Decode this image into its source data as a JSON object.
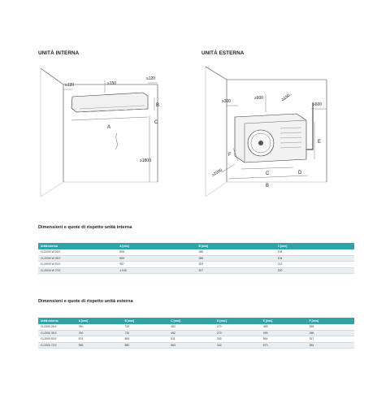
{
  "sections": {
    "indoor_title": "UNITÀ INTERNA",
    "outdoor_title": "UNITÀ ESTERNA"
  },
  "indoor_drawing": {
    "labels": {
      "left_clearance": "≥120",
      "top_clearance": "≥150",
      "right_clearance": "≥120",
      "width": "A",
      "height": "B",
      "depth": "C",
      "floor_clearance": "≥1800"
    }
  },
  "outdoor_drawing": {
    "labels": {
      "left_clearance": "≥300",
      "top_clearance": "≥600",
      "rear_clearance": "≥150",
      "right_clearance": "≥600",
      "front_clearance": "≥2000",
      "c": "C",
      "b": "B",
      "d": "D",
      "e": "E",
      "f": "F"
    }
  },
  "indoor_table": {
    "title": "Dimensioni e quote di rispetto unità interna",
    "headers": [
      "Unità interna",
      "A [mm]",
      "B [mm]",
      "C [mm]"
    ],
    "rows": [
      [
        "CL2000i W 26 E",
        "805",
        "285",
        "194"
      ],
      [
        "CL2000i W 35 E",
        "805",
        "285",
        "194"
      ],
      [
        "CL2000i W 53 E",
        "957",
        "303",
        "213"
      ],
      [
        "CL2000i W 70 E",
        "1.040",
        "327",
        "220"
      ]
    ]
  },
  "outdoor_table": {
    "title": "Dimensioni e quote di rispetto unità esterna",
    "headers": [
      "Unità esterna",
      "A [mm]",
      "B [mm]",
      "C [mm]",
      "D [mm]",
      "E [mm]",
      "F [mm]"
    ],
    "rows": [
      [
        "CL2000 26 E",
        "780",
        "720",
        "452",
        "270",
        "485",
        "259"
      ],
      [
        "CL2000 35 E",
        "750",
        "720",
        "452",
        "270",
        "495",
        "255"
      ],
      [
        "CL2000 53 E",
        "874",
        "805",
        "511",
        "330",
        "554",
        "317"
      ],
      [
        "CL2000 70 E",
        "955",
        "880",
        "663",
        "342",
        "673",
        "354"
      ]
    ]
  },
  "colors": {
    "table_header": "#2fa3a6",
    "row_alt": "#e8eef1"
  }
}
